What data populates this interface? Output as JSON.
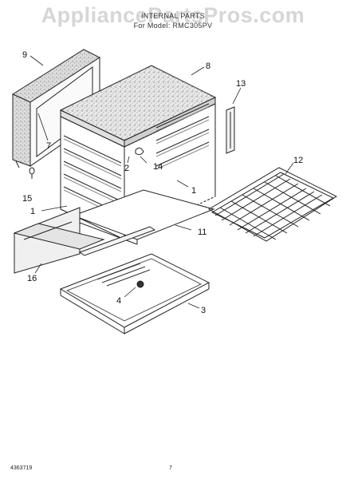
{
  "watermark": "AppliancePartsPros.com",
  "header": {
    "title": "INTERNAL PARTS",
    "model_line": "For Model: RMC305PV"
  },
  "footer": {
    "doc_number": "4363719",
    "page_number": "7"
  },
  "callouts": [
    "9",
    "8",
    "13",
    "7",
    "2",
    "14",
    "12",
    "15",
    "1",
    "1",
    "11",
    "16",
    "4",
    "3"
  ]
}
